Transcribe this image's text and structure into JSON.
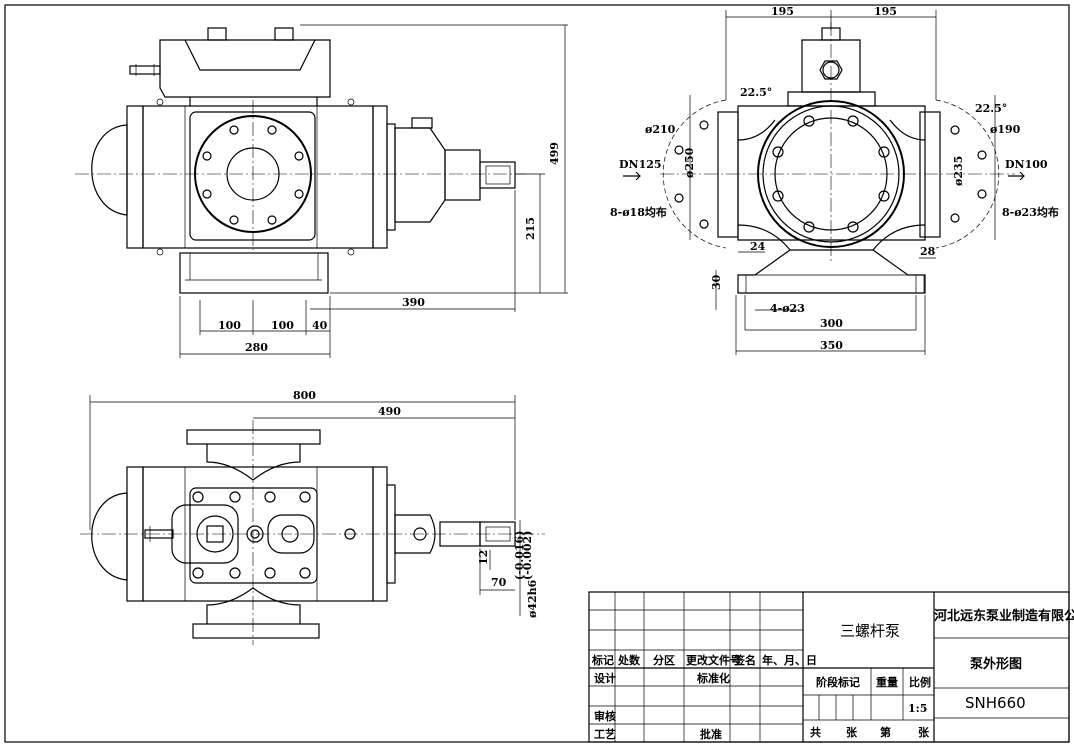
{
  "front_view": {
    "dims": {
      "h499": "499",
      "h215": "215",
      "w390": "390",
      "w100a": "100",
      "w100b": "100",
      "w40": "40",
      "w280": "280"
    }
  },
  "side_view": {
    "dims": {
      "w195a": "195",
      "w195b": "195",
      "ang_l": "22.5°",
      "ang_r": "22.5°",
      "d210": "ø210",
      "d250": "ø250",
      "dn125": "DN125",
      "holes_l": "8-ø18均布",
      "d190": "ø190",
      "d235": "ø235",
      "dn100": "DN100",
      "holes_r": "8-ø23均布",
      "t24": "24",
      "t28": "28",
      "t30": "30",
      "holes_base": "4-ø23",
      "w300": "300",
      "w350": "350"
    }
  },
  "top_view": {
    "dims": {
      "w800": "800",
      "w490": "490",
      "k12": "12",
      "k70": "70",
      "shaft": "ø42h6",
      "tol_up": "(-0.016)",
      "tol_lo": "(-0.002)"
    }
  },
  "title_block": {
    "headers": [
      "标记",
      "处数",
      "分区",
      "更改文件号",
      "签名",
      "年、月、日"
    ],
    "row_design": "设计",
    "std": "标准化",
    "review": "审核",
    "craft": "工艺",
    "approve": "批准",
    "stage": "阶段标记",
    "weight": "重量",
    "scale_label": "比例",
    "scale": "1:5",
    "total": "共",
    "sheets": "张",
    "page": "第",
    "sheet2": "张",
    "product": "三螺杆泵",
    "company": "河北远东泵业制造有限公司",
    "drawing_title": "泵外形图",
    "model": "SNH660"
  }
}
